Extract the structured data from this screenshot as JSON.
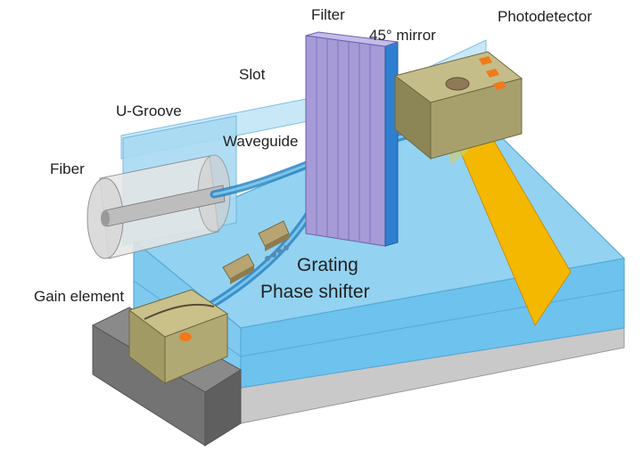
{
  "labels": {
    "filter": "Filter",
    "mirror": "45° mirror",
    "photodetector": "Photodetector",
    "slot": "Slot",
    "ugroove": "U-Groove",
    "waveguide": "Waveguide",
    "fiber": "Fiber",
    "grating": "Grating",
    "phase_shifter": "Phase shifter",
    "gain_element": "Gain element"
  },
  "colors": {
    "substrate_top": "#8fd0f0",
    "substrate_side": "#6cc0ec",
    "base_gray": "#c8c8c8",
    "waveguide": "#2a86c4",
    "filter_purple": "#9b8ed0",
    "filter_blue": "#2f7fd0",
    "mirror_yellow": "#f5b800",
    "chip_olive": "#a39c6a",
    "contact_orange": "#f07a1a",
    "gain_mount": "#6e6e6e"
  }
}
